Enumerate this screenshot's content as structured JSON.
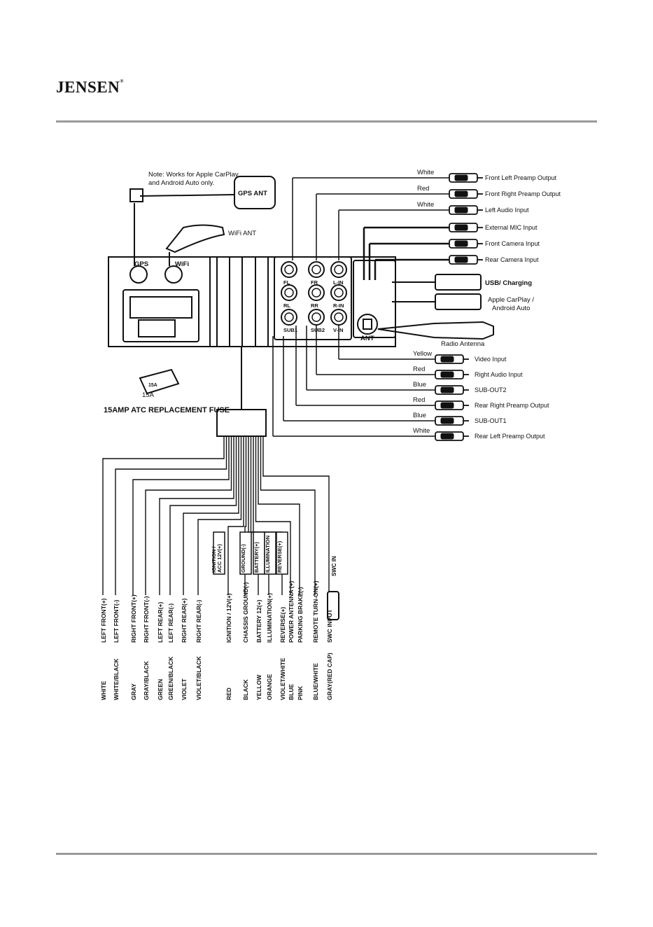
{
  "brand": "JENSEN",
  "note_line1": "Note: Works for Apple CarPlay",
  "note_line2": "and Android Auto only.",
  "gps_ant": "GPS ANT",
  "wifi_ant": "WiFi ANT",
  "port_gps": "GPS",
  "port_wifi": "WiFi",
  "fuse_badge": "15A",
  "fuse_value": "15A",
  "fuse_title": "15AMP ATC REPLACEMENT FUSE",
  "jacks": [
    "FL",
    "FR",
    "L-IN",
    "RL",
    "RR",
    "R-IN",
    "SUB1",
    "SUB2",
    "V-IN"
  ],
  "ant_port": "ANT",
  "radio_antenna": "Radio Antenna",
  "usb_charging": "USB/ Charging",
  "carplay_line1": "Apple CarPlay /",
  "carplay_line2": "Android Auto",
  "rca_outputs": [
    {
      "color": "White",
      "label": "Front Left Preamp Output"
    },
    {
      "color": "Red",
      "label": "Front Right Preamp Output"
    },
    {
      "color": "White",
      "label": "Left Audio Input"
    },
    {
      "color": "",
      "label": "External MIC Input"
    },
    {
      "color": "",
      "label": "Front Camera Input"
    },
    {
      "color": "",
      "label": "Rear Camera Input"
    }
  ],
  "rca_bottom": [
    {
      "color": "Yellow",
      "label": "Video Input"
    },
    {
      "color": "Red",
      "label": "Right Audio Input"
    },
    {
      "color": "Blue",
      "label": "SUB-OUT2"
    },
    {
      "color": "Red",
      "label": "Rear Right Preamp Output"
    },
    {
      "color": "Blue",
      "label": "SUB-OUT1"
    },
    {
      "color": "White",
      "label": "Rear Left Preamp Output"
    }
  ],
  "boxed_labels": [
    "IGNITION /\nACC 12V(+)",
    "GROUND(-)",
    "BATTERY(+)",
    "ILLUMINATION",
    "REVERSE(+)"
  ],
  "swc_in": "SWC IN",
  "wires": [
    {
      "color": "WHITE",
      "function": "LEFT FRONT(+)"
    },
    {
      "color": "WHITE/BLACK",
      "function": "LEFT FRONT(-)"
    },
    {
      "color": "GRAY",
      "function": "RIGHT FRONT(+)"
    },
    {
      "color": "GRAY/BLACK",
      "function": "RIGHT FRONT(-)"
    },
    {
      "color": "GREEN",
      "function": "LEFT REAR(+)"
    },
    {
      "color": "GREEN/BLACK",
      "function": "LEFT REAR(-)"
    },
    {
      "color": "VIOLET",
      "function": "RIGHT REAR(+)"
    },
    {
      "color": "VIOLET/BLACK",
      "function": "RIGHT REAR(-)"
    },
    {
      "color": "RED",
      "function": "IGNITION / 12V(+)"
    },
    {
      "color": "BLACK",
      "function": "CHASSIS GROUND(-)"
    },
    {
      "color": "YELLOW",
      "function": "BATTERY 12(+)"
    },
    {
      "color": "ORANGE",
      "function": "ILLUMINATION(+)"
    },
    {
      "color": "VIOLET/WHITE",
      "function": "REVERSE(+)"
    },
    {
      "color": "BLUE",
      "function": "POWER ANTENNA (+)"
    },
    {
      "color": "PINK",
      "function": "PARKING BRAKE(-)"
    },
    {
      "color": "BLUE/WHITE",
      "function": "REMOTE TURN-ON(+)"
    },
    {
      "color": "GRAY(RED CAP)",
      "function": "SWC INPUT"
    }
  ]
}
